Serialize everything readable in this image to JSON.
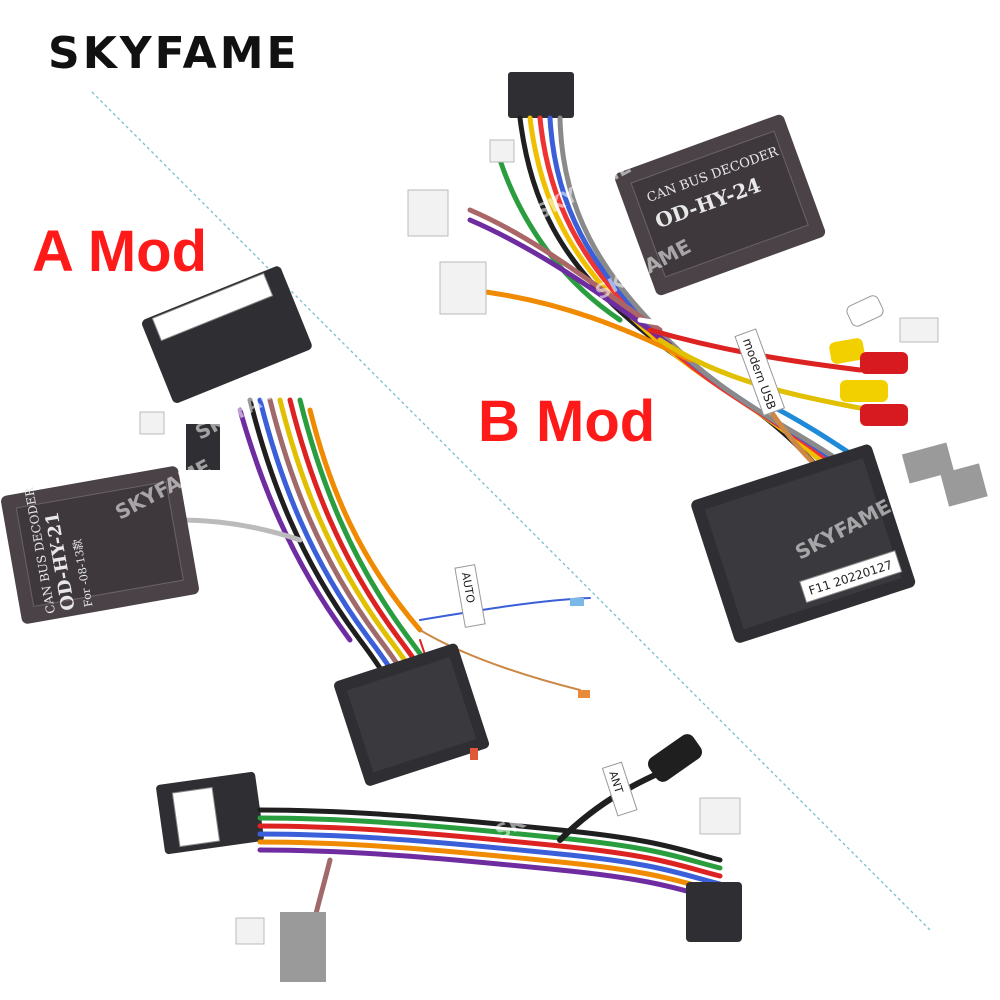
{
  "brand": {
    "logo_text": "SKYFAME"
  },
  "labels": {
    "mod_a": "A Mod",
    "mod_b": "B Mod"
  },
  "decoder_a": {
    "title": "CAN BUS DECODER",
    "model": "OD-HY-21",
    "subtitle": "For -08-13款"
  },
  "decoder_b": {
    "title": "CAN BUS DECODER",
    "model": "OD-HY-24"
  },
  "tags": {
    "modern_usb": "modern USB",
    "date_stamp": "F11 20220127",
    "auto": "AUTO",
    "ant": "ANT"
  },
  "watermarks": [
    "SKYFAME",
    "SKYFAME",
    "SKYFAME",
    "SKYFAME",
    "SKYFAME",
    "SKYFAME"
  ],
  "colors": {
    "divider": "#7fc3cf",
    "label": "#ff1a1a",
    "connector": "#2f2f33",
    "decoder_box": "#4a4247"
  }
}
